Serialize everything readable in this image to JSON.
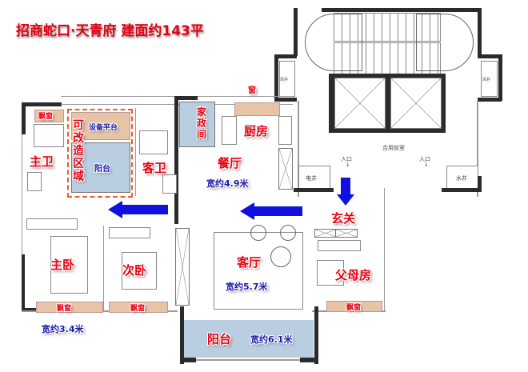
{
  "title": "招商蛇口·天青府  建面约143平",
  "rooms": {
    "master_bath": "主卫",
    "guest_bath": "客卫",
    "master_bedroom": "主卧",
    "second_bedroom": "次卧",
    "parents_room": "父母房",
    "kitchen": "厨房",
    "dining": "餐厅",
    "living": "客厅",
    "entrance": "玄关",
    "balcony_south": "阳台",
    "balcony_north": "阳台",
    "equipment_platform": "设备平台",
    "maid_room": "家政间",
    "renovable_area": "可改造区域"
  },
  "windows": {
    "kitchen_window": "窗",
    "bay_window_master_bath": "飘窗",
    "bay_window_master": "飘窗",
    "bay_window_second": "飘窗",
    "bay_window_parents": "飘窗"
  },
  "dimensions": {
    "dining_width": "宽约4.9米",
    "living_width": "宽约5.7米",
    "bedroom_width": "宽约3.4米",
    "balcony_width": "宽约6.1米"
  },
  "core": {
    "lobby": "合用前室",
    "entry_left": "入口",
    "entry_right": "入口",
    "electric_shaft": "电井",
    "water_shaft": "水井",
    "vent_left": "风井",
    "vent_right": "风井"
  },
  "colors": {
    "label_red": "#e60012",
    "label_blue": "#1a1aa6",
    "arrow_blue": "#1010e0",
    "balcony_fill": "#b9cee0",
    "bay_window_fill": "#e8c4a6",
    "dashed_outline": "#f05a28"
  }
}
